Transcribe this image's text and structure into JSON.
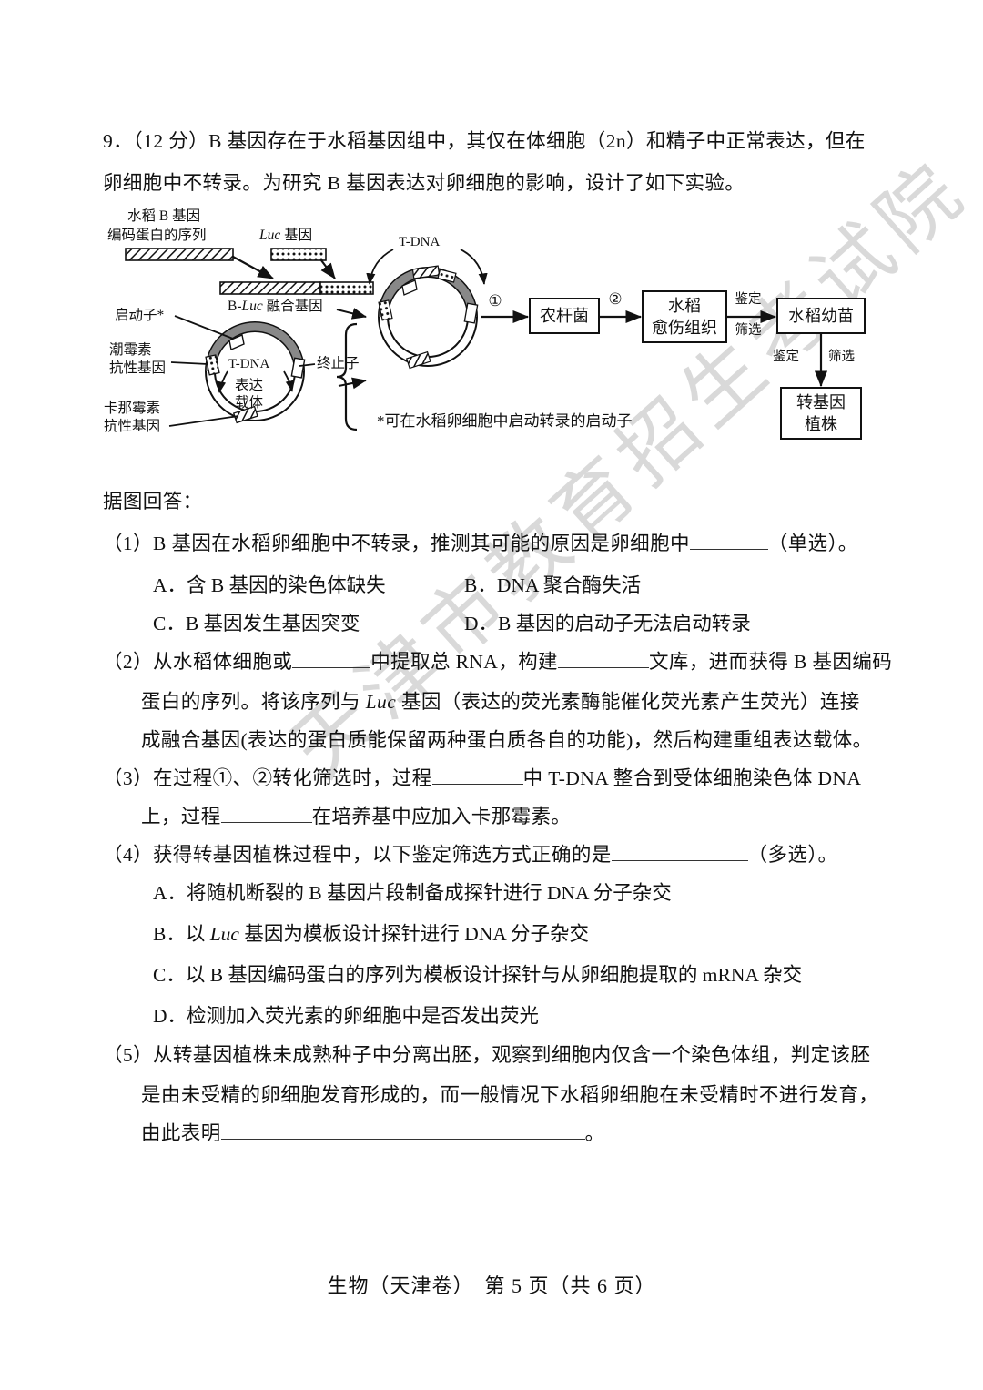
{
  "document": {
    "subject_footer": "生物（天津卷）　第 5 页（共 6 页）",
    "watermark": "天津市教育招生考试院"
  },
  "question": {
    "stem_line1": "9．（12 分）B 基因存在于水稻基因组中，其仅在体细胞（2n）和精子中正常表达，但在",
    "stem_line2": "卵细胞中不转录。为研究 B 基因表达对卵细胞的影响，设计了如下实验。",
    "prompt": "据图回答："
  },
  "figure": {
    "label_rice_b_gene_line1": "水稻 B 基因",
    "label_rice_b_gene_line2": "编码蛋白的序列",
    "label_luc_gene_italic": "Luc",
    "label_luc_gene_rest": " 基因",
    "label_fusion_prefix": "B-",
    "label_fusion_italic": "Luc",
    "label_fusion_rest": " 融合基因",
    "label_promoter": "启动子*",
    "label_hygromycin_line1": "潮霉素",
    "label_hygromycin_line2": "抗性基因",
    "label_kanamycin_line1": "卡那霉素",
    "label_kanamycin_line2": "抗性基因",
    "label_terminator": "终止子",
    "label_tdna_vector": "T-DNA",
    "label_vector_center_line1": "表达",
    "label_vector_center_line2": "载体",
    "label_tdna_recombinant": "T-DNA",
    "step_one": "①",
    "step_two": "②",
    "box_agrobacterium": "农杆菌",
    "box_callus_line1": "水稻",
    "box_callus_line2": "愈伤组织",
    "box_seedling": "水稻幼苗",
    "box_transgenic_line1": "转基因",
    "box_transgenic_line2": "植株",
    "arrow_label_identify_1": "鉴定",
    "arrow_label_screen_1": "筛选",
    "arrow_label_identify_2": "鉴定",
    "arrow_label_screen_2": "筛选",
    "footnote": "*可在水稻卵细胞中启动转录的启动子"
  },
  "sub_questions": {
    "q1": {
      "text_before": "（1）B 基因在水稻卵细胞中不转录，推测其可能的原因是卵细胞中",
      "text_after": "（单选）。",
      "options": [
        "A．含 B 基因的染色体缺失",
        "B．DNA 聚合酶失活",
        "C．B 基因发生基因突变",
        "D．B 基因的启动子无法启动转录"
      ]
    },
    "q2": {
      "line1_a": "（2）从水稻体细胞或",
      "line1_b": "中提取总 RNA，构建",
      "line1_c": "文库，进而获得 B 基因编码",
      "line2_a": "蛋白的序列。将该序列与 ",
      "line2_italic": "Luc",
      "line2_b": " 基因（表达的荧光素酶能催化荧光素产生荧光）连接",
      "line3": "成融合基因(表达的蛋白质能保留两种蛋白质各自的功能)，然后构建重组表达载体。"
    },
    "q3": {
      "line1_a": "（3）在过程①、②转化筛选时，过程",
      "line1_b": "中 T-DNA 整合到受体细胞染色体 DNA",
      "line2_a": "上，过程",
      "line2_b": "在培养基中应加入卡那霉素。"
    },
    "q4": {
      "text_before": "（4）获得转基因植株过程中，以下鉴定筛选方式正确的是",
      "text_after": "（多选）。",
      "options": [
        {
          "prefix": "A．将随机断裂的 B 基因片段制备成探针进行 DNA 分子杂交",
          "italic": "",
          "suffix": ""
        },
        {
          "prefix": "B．以 ",
          "italic": "Luc",
          "suffix": " 基因为模板设计探针进行 DNA 分子杂交"
        },
        {
          "prefix": "C．以 B 基因编码蛋白的序列为模板设计探针与从卵细胞提取的 mRNA 杂交",
          "italic": "",
          "suffix": ""
        },
        {
          "prefix": "D．检测加入荧光素的卵细胞中是否发出荧光",
          "italic": "",
          "suffix": ""
        }
      ]
    },
    "q5": {
      "line1": "（5）从转基因植株未成熟种子中分离出胚，观察到细胞内仅含一个染色体组，判定该胚",
      "line2": "是由未受精的卵细胞发育形成的，而一般情况下水稻卵细胞在未受精时不进行发育，",
      "line3_a": "由此表明",
      "line3_b": "。"
    }
  }
}
